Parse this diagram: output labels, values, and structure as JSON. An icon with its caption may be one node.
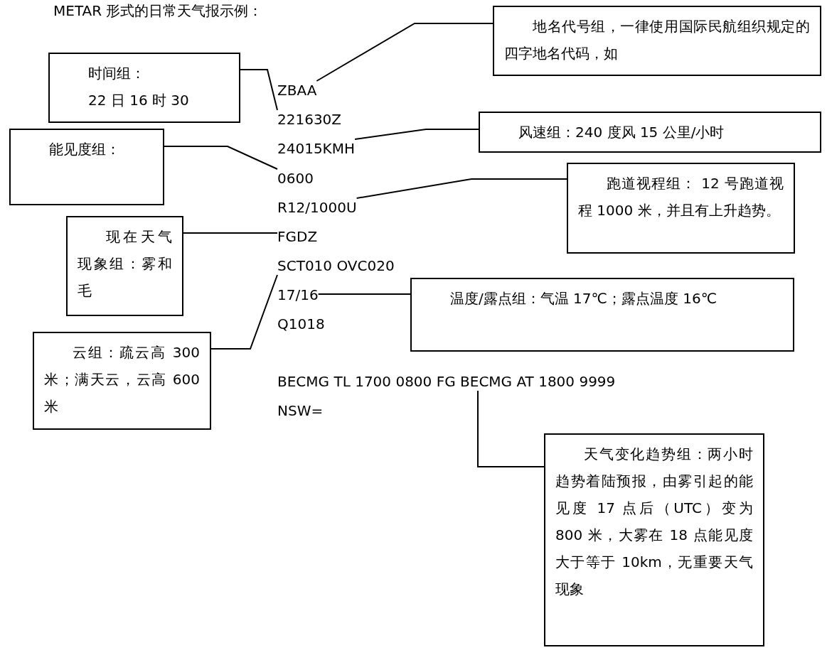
{
  "diagram": {
    "title": "METAR 形式的日常天气报示例：",
    "nodes": [
      {
        "text": [
          "地名代号组，一律使用国际民航组织规定的四字地名代码，如"
        ]
      },
      {
        "text": [
          "时间组：",
          "22 日 16 时 30"
        ]
      },
      {
        "text": [
          "ZBAA"
        ]
      },
      {
        "text": [
          "221630Z"
        ]
      },
      {
        "text": [
          "风速组：240 度风 15 公里/小时"
        ]
      },
      {
        "text": [
          "24015KMH"
        ]
      },
      {
        "text": [
          "能见度组："
        ]
      },
      {
        "text": [
          "0600"
        ]
      },
      {
        "text": [
          "跑道视程组： 12 号跑道视程 1000 米，并且有上升趋势。"
        ]
      },
      {
        "text": [
          "R12/1000U"
        ]
      },
      {
        "text": [
          "现在天气现象组：雾和毛"
        ]
      },
      {
        "text": [
          "FGDZ"
        ]
      },
      {
        "text": [
          "SCT010 OVC020"
        ]
      },
      {
        "text": [
          "17/16"
        ]
      },
      {
        "text": [
          "温度/露点组：气温 17℃；露点温度 16℃"
        ]
      },
      {
        "text": [
          "云组：疏云高 300 米；满天云，云高 600 米"
        ]
      },
      {
        "text": [
          "BECMG TL 1700 0800 FG BECMG AT 1800 9999"
        ]
      },
      {
        "text": [
          "天气变化趋势组：两小时趋势着陆预报，由雾引起的能见度 17 点后（UTC）变为 800 米，大雾在 18 点能见度大于等于 10km，无重要天气现象"
        ]
      }
    ],
    "edges": [
      {
        "from": 0,
        "to": 2,
        "arrow": "none"
      },
      {
        "from": 1,
        "to": 3,
        "arrow": "none"
      },
      {
        "from": 4,
        "to": 5,
        "arrow": "none"
      },
      {
        "from": 6,
        "to": 7,
        "arrow": "none"
      },
      {
        "from": 8,
        "to": 9,
        "arrow": "none"
      },
      {
        "from": 10,
        "to": 11,
        "arrow": "none"
      },
      {
        "from": 14,
        "to": 13,
        "arrow": "none"
      },
      {
        "from": 15,
        "to": 12,
        "arrow": "none"
      },
      {
        "from": 17,
        "to": 16,
        "arrow": "none"
      }
    ],
    "labels": [
      "Q1018",
      "NSW="
    ]
  }
}
